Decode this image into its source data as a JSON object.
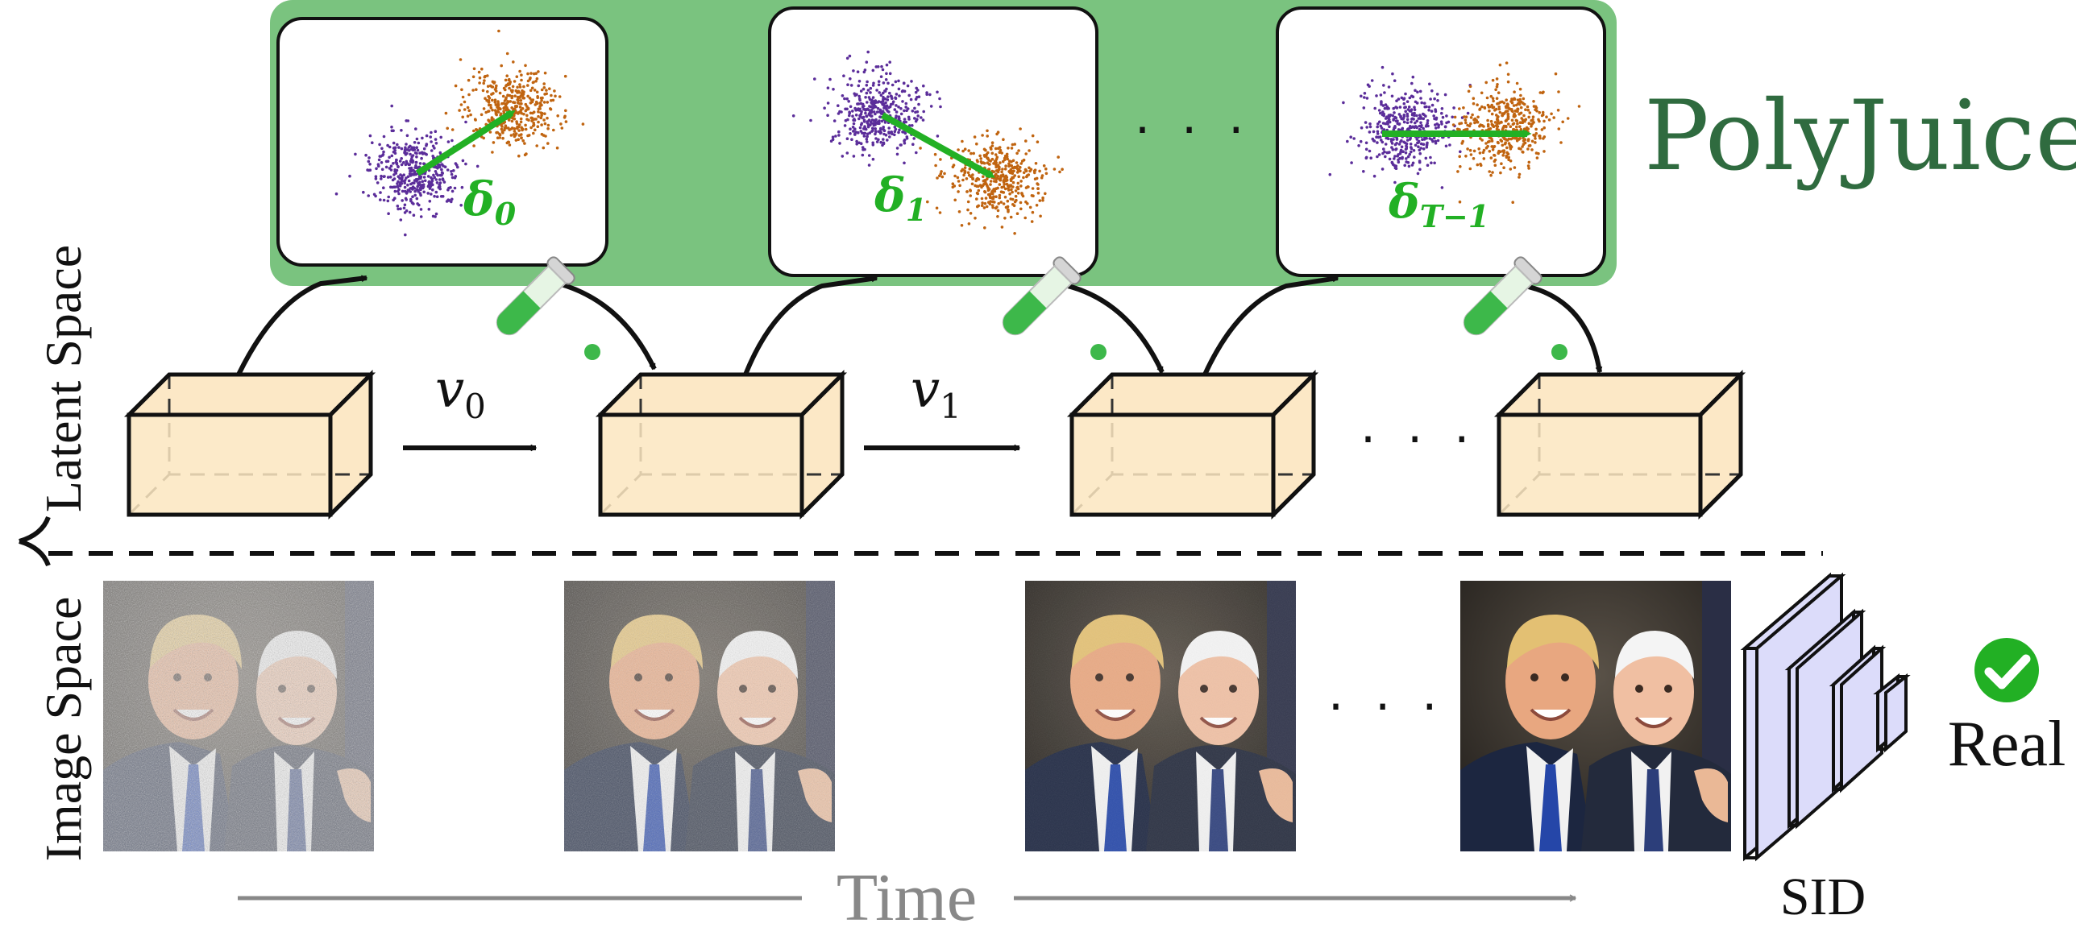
{
  "title": "PolyJuice",
  "colors": {
    "green_band": "#7ac37f",
    "title_green": "#2f6b3f",
    "delta_green": "#22b024",
    "purple": "#5b2d9a",
    "orange": "#c06410",
    "latent_box": "#fbe6bf",
    "sid_face": "#dcdcfa",
    "check": "#22b024",
    "time_gray": "#888888"
  },
  "axes": {
    "latent_label": "Latent Space",
    "image_label": "Image Space",
    "time_label": "Time"
  },
  "panels": [
    {
      "delta_base": "δ",
      "delta_sub": "0",
      "icon": "scatter-two-clusters-icon"
    },
    {
      "delta_base": "δ",
      "delta_sub": "1",
      "icon": "scatter-two-clusters-icon"
    },
    {
      "delta_base": "δ",
      "delta_sub": "T−1",
      "icon": "scatter-two-clusters-icon"
    }
  ],
  "ellipsis": "· · ·",
  "velocities": [
    {
      "base": "v",
      "sub": "0"
    },
    {
      "base": "v",
      "sub": "1"
    }
  ],
  "tube_icon": "test-tube-icon",
  "image_steps": [
    {
      "noise": 0.8,
      "icon": "portrait-photo-icon"
    },
    {
      "noise": 0.45,
      "icon": "portrait-photo-icon"
    },
    {
      "noise": 0.12,
      "icon": "portrait-photo-icon"
    },
    {
      "noise": 0.0,
      "icon": "portrait-photo-icon"
    }
  ],
  "detector": {
    "label": "SID",
    "result": "Real",
    "result_icon": "check-circle-icon"
  }
}
